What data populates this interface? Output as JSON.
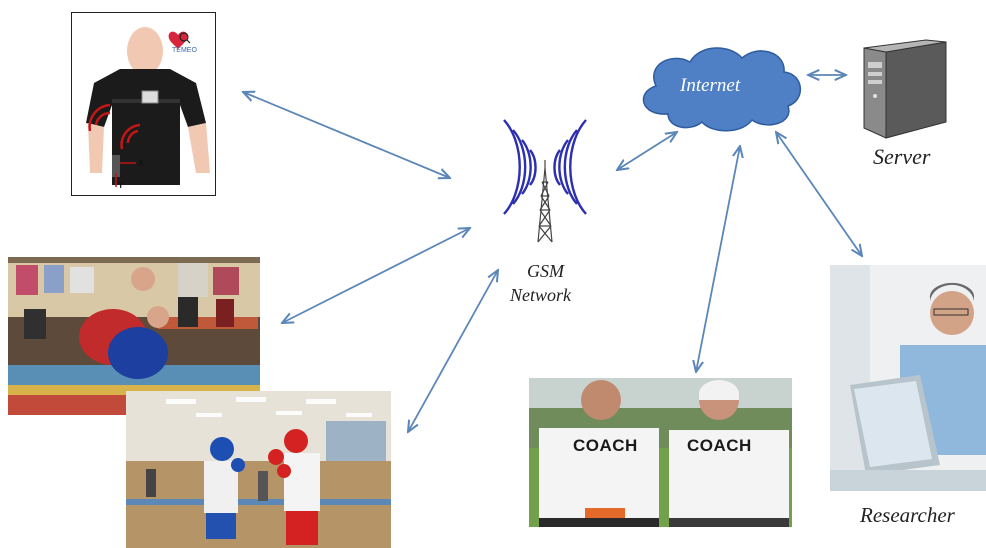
{
  "labels": {
    "internet": "Internet",
    "server": "Server",
    "gsm_line1": "GSM",
    "gsm_line2": "Network",
    "researcher": "Researcher"
  },
  "shirt_panel": {
    "brand": "TEMEO",
    "axis_x": "X",
    "axis_y": "Y"
  },
  "coach_panel": {
    "shirt_left": "COACH",
    "shirt_right": "COACH"
  },
  "colors": {
    "arrow": "#5b86b8",
    "cloud": "#4f7fc4",
    "tower_waves": "#2b2fb0",
    "server": "#5a5a5a"
  }
}
